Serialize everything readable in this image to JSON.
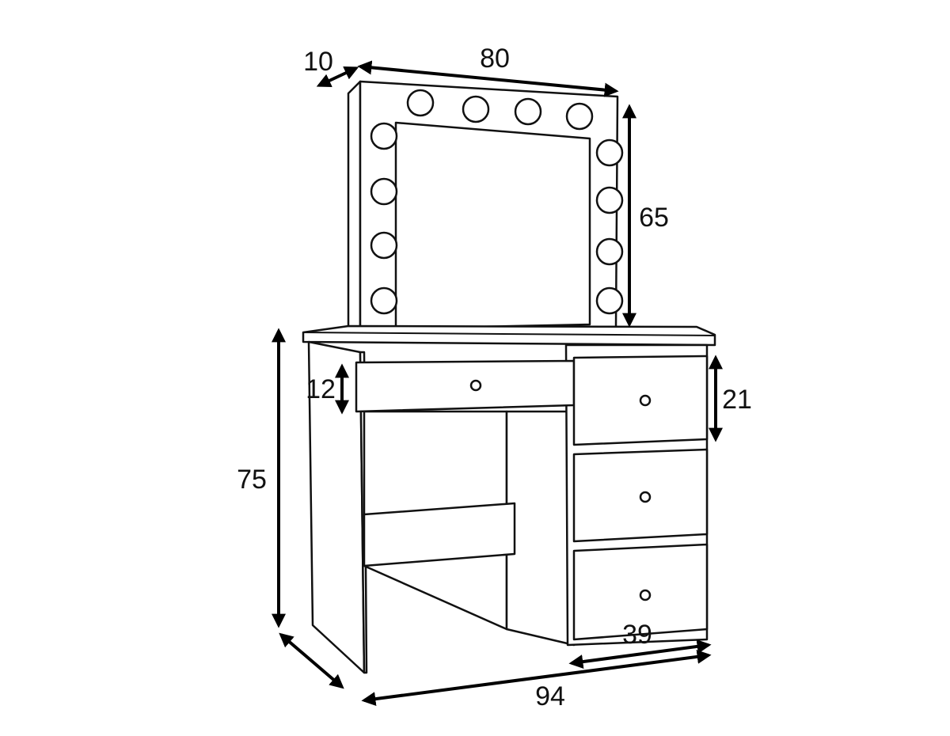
{
  "title": "Vanity dressing table with Hollywood mirror - dimensions",
  "unit_color": "#111111",
  "dimensions": {
    "mirror_depth": "10",
    "mirror_width": "80",
    "mirror_height": "65",
    "top_drawer_height": "12",
    "side_drawer_height": "21",
    "table_height": "75",
    "cabinet_width": "39",
    "table_width": "94"
  }
}
